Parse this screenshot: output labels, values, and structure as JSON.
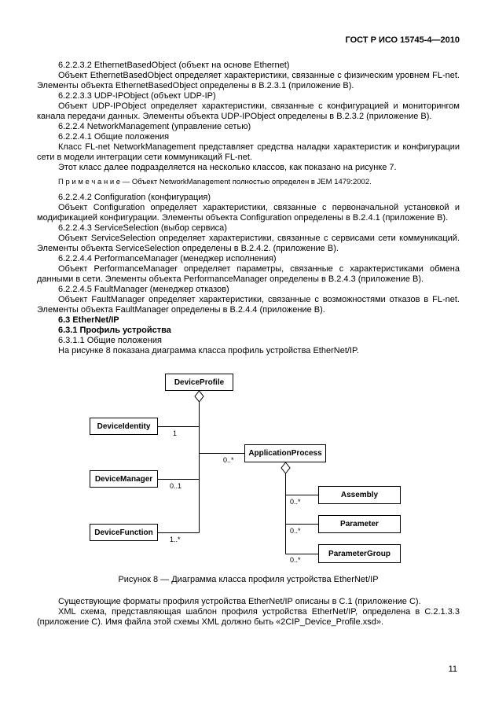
{
  "doc": {
    "header": "ГОСТ Р ИСО 15745-4—2010",
    "page_number": "11",
    "paragraphs": [
      {
        "style": "body",
        "text": "6.2.2.3.2 EthernetBasedObject (объект на основе Ethernet)"
      },
      {
        "style": "body",
        "text": "Объект EthernetBasedObject определяет характеристики, связанные с физическим уровнем FL-net. Элементы объекта EthernetBasedObject определены в В.2.3.1 (приложение В)."
      },
      {
        "style": "body",
        "text": "6.2.2.3.3 UDP-IPObject (объект UDP-IP)"
      },
      {
        "style": "body",
        "text": "Объект UDP-IPObject определяет характеристики, связанные с конфигурацией и мониторингом канала передачи данных. Элементы объекта UDP-IPObject определены в В.2.3.2 (приложение В)."
      },
      {
        "style": "body",
        "text": "6.2.2.4 NetworkManagement (управление сетью)"
      },
      {
        "style": "body",
        "text": "6.2.2.4.1 Общие положения"
      },
      {
        "style": "body",
        "text": "Класс FL-net NetworkManagement представляет средства наладки характеристик и конфигурации сети в модели интеграции сети коммуникаций FL-net."
      },
      {
        "style": "body",
        "text": "Этот класс далее подразделяется на несколько классов, как показано на рисунке 7."
      },
      {
        "style": "note",
        "text": "П р и м е ч а н и е — Объект NetworkManagement полностью определен в JEM 1479:2002."
      },
      {
        "style": "body",
        "text": "6.2.2.4.2 Configuration (конфигурация)"
      },
      {
        "style": "body",
        "text": "Объект Configuration определяет характеристики, связанные с первоначальной установкой и модификацией конфигурации. Элементы объекта Configuration определены в В.2.4.1 (приложение В)."
      },
      {
        "style": "body",
        "text": "6.2.2.4.3 ServiceSelection (выбор сервиса)"
      },
      {
        "style": "body",
        "text": "Объект ServiceSelection определяет характеристики, связанные с сервисами сети коммуникаций. Элементы объекта ServiceSelection определены в В.2.4.2. (приложение В)."
      },
      {
        "style": "body",
        "text": "6.2.2.4.4 PerformanceManager (менеджер исполнения)"
      },
      {
        "style": "body",
        "text": "Объект PerformanceManager определяет параметры, связанные с характеристиками обмена данными в сети. Элементы объекта PerformanceManager определены в В.2.4.3 (приложение В)."
      },
      {
        "style": "body",
        "text": "6.2.2.4.5 FaultManager (менеджер отказов)"
      },
      {
        "style": "body",
        "text": "Объект FaultManager определяет характеристики, связанные с возможностями отказов в FL-net. Элементы объекта FaultManager определены в В.2.4.4 (приложение В)."
      },
      {
        "style": "bold",
        "text": "6.3 EtherNet/IP"
      },
      {
        "style": "bold",
        "text": "6.3.1 Профиль устройства"
      },
      {
        "style": "body",
        "text": "6.3.1.1 Общие положения"
      },
      {
        "style": "body",
        "text": "На рисунке 8 показана диаграмма класса профиль устройства EtherNet/IP."
      }
    ],
    "paragraphs_after": [
      {
        "style": "body",
        "text": "Существующие форматы профиля устройства EtherNet/IP описаны в С.1 (приложение С)."
      },
      {
        "style": "body",
        "text": "XML схема, представляющая шаблон профиля устройства EtherNet/IP, определена в С.2.1.3.3 (приложение С). Имя файла этой схемы XML должно быть «2CIP_Device_Profile.xsd»."
      }
    ]
  },
  "figure": {
    "caption": "Рисунок 8 — Диаграмма класса профиля устройства EtherNet/IP",
    "boxes": {
      "device_profile": "DeviceProfile",
      "device_identity": "DeviceIdentity",
      "application_process": "ApplicationProcess",
      "device_manager": "DeviceManager",
      "device_function": "DeviceFunction",
      "assembly": "Assembly",
      "parameter": "Parameter",
      "parameter_group": "ParameterGroup"
    },
    "multiplicities": {
      "device_identity": "1",
      "application_process": "0..*",
      "device_manager": "0..1",
      "device_function": "1..*",
      "assembly": "0..*",
      "parameter": "0..*",
      "parameter_group": "0..*"
    }
  }
}
